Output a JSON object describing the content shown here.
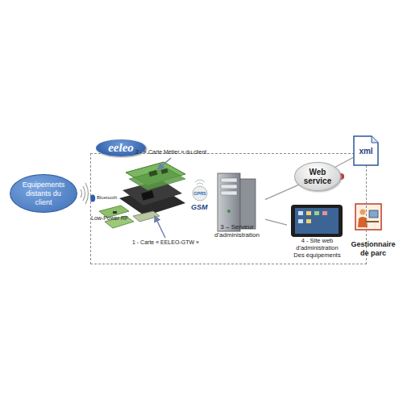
{
  "diagram": {
    "nodes": [
      {
        "text": [
          "Equipements distants du client"
        ]
      },
      {
        "text": [
          "eeleo"
        ]
      },
      {
        "text": [
          "3 – Serveur d'administration"
        ],
        "in": 1
      },
      {
        "text": [
          "Web service"
        ],
        "in": 1
      },
      {
        "text": [
          "4 - Site web d'administration Des équipements"
        ],
        "in": 1
      },
      {
        "text": [
          "xml"
        ]
      },
      {
        "text": [
          "Gestionnaire de parc"
        ]
      }
    ],
    "edges": [
      {
        "from": 2,
        "to": 3,
        "arrow": "none"
      },
      {
        "from": 2,
        "to": 4,
        "arrow": "none"
      },
      {
        "from": 3,
        "to": 5,
        "arrow": "none"
      }
    ],
    "labels": [
      "2 - « Carte Métier » du client",
      "Bluetooth",
      "GPRS",
      "GSM",
      "Low-Power RF",
      "1 - Carte « EELEO-GTW »"
    ]
  }
}
